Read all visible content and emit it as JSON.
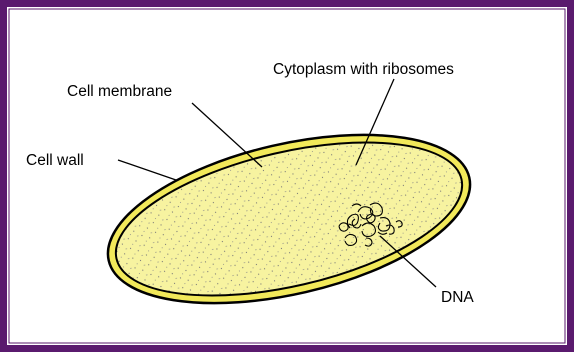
{
  "colors": {
    "border": "#5a1a6e",
    "cytoplasm": "#f7f3a0",
    "wall_band": "#f2e95a",
    "outline": "#000000",
    "background": "#ffffff"
  },
  "labels": {
    "cell_wall": "Cell wall",
    "cell_membrane": "Cell membrane",
    "cytoplasm": "Cytoplasm with ribosomes",
    "dna": "DNA"
  }
}
